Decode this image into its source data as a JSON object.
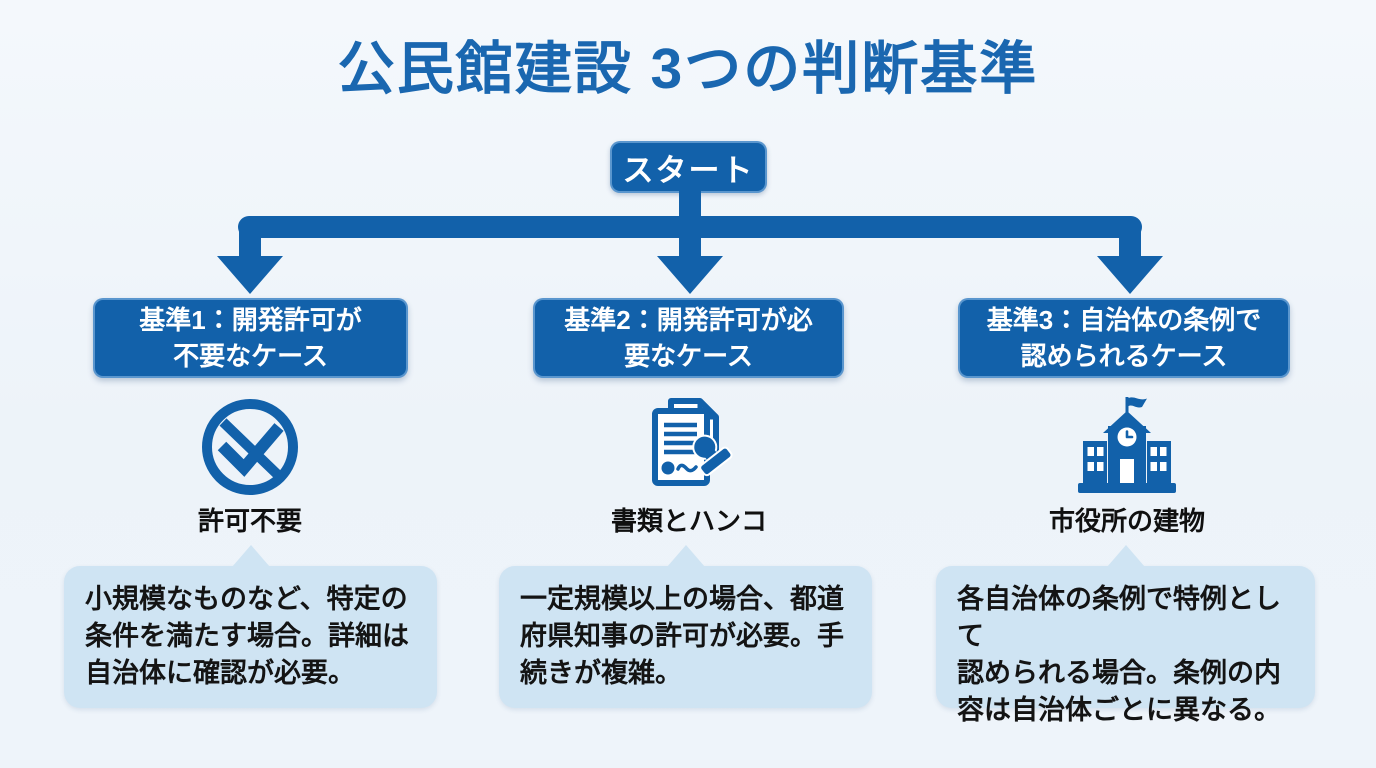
{
  "title": "公民館建設 3つの判断基準",
  "start": {
    "label": "スタート"
  },
  "columns": [
    {
      "criteria_lines": [
        "基準1：開発許可が",
        "不要なケース"
      ],
      "icon": "check-circle-slash-icon",
      "icon_label": "許可不要",
      "description_lines": [
        "小規模なものなど、特定の",
        "条件を満たす場合。詳細は",
        "自治体に確認が必要。"
      ]
    },
    {
      "criteria_lines": [
        "基準2：開発許可が必",
        "要なケース"
      ],
      "icon": "document-stamp-icon",
      "icon_label": "書類とハンコ",
      "description_lines": [
        "一定規模以上の場合、都道",
        "府県知事の許可が必要。手",
        "続きが複雑。"
      ]
    },
    {
      "criteria_lines": [
        "基準3：自治体の条例で",
        "認められるケース"
      ],
      "icon": "city-hall-icon",
      "icon_label": "市役所の建物",
      "description_lines": [
        "各自治体の条例で特例として",
        "認められる場合。条例の内",
        "容は自治体ごとに異なる。"
      ]
    }
  ],
  "colors": {
    "primary_blue": "#1261aa",
    "title_blue": "#1a67b0",
    "bubble_blue": "#cfe4f3",
    "background": "#eef4fa",
    "text_dark": "#141414",
    "white": "#ffffff"
  }
}
